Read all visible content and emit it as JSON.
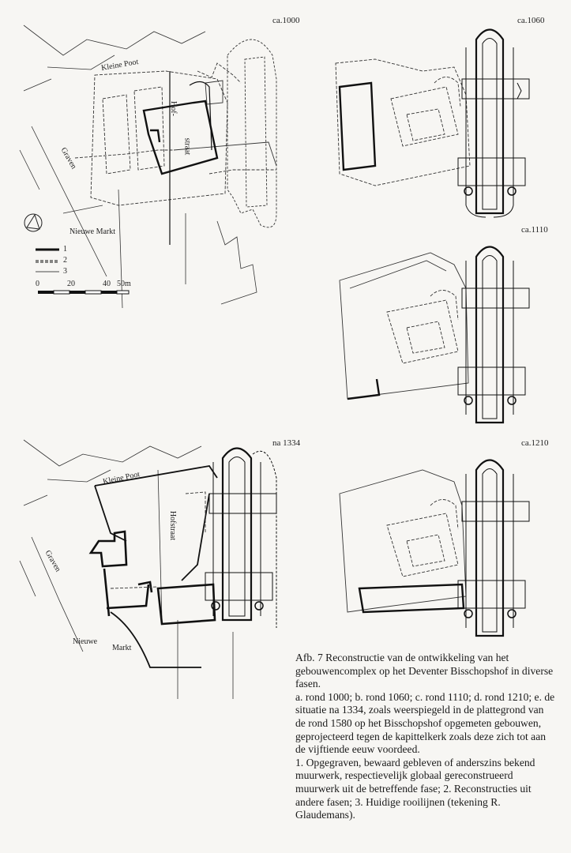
{
  "plans": {
    "a": {
      "date": "ca.1000",
      "street_kleine_poot": "Kleine Poot",
      "street_hofstraat_1": "Hof-",
      "street_hofstraat_2": "straat",
      "street_graven": "Graven",
      "square": "Nieuwe Markt"
    },
    "b": {
      "date": "ca.1060"
    },
    "c": {
      "date": "ca.1110"
    },
    "d": {
      "date": "ca.1210"
    },
    "e": {
      "date": "na 1334",
      "street_kleine_poot": "Kleine Poot",
      "street_hofstraat": "Hofstraat",
      "street_graven": "Graven",
      "square_1": "Nieuwe",
      "square_2": "Markt"
    }
  },
  "legend": {
    "item1": "1",
    "item2": "2",
    "item3": "3"
  },
  "scale": {
    "t0": "0",
    "t20": "20",
    "t40": "40",
    "t50": "50m"
  },
  "caption": {
    "heading": "Afb. 7  Reconstructie van de ontwikkeling van het gebouwencomplex op het Deventer Bisschopshof in diverse fasen.",
    "phases": "a. rond 1000; b. rond 1060; c. rond 1110; d. rond 1210; e. de situatie na 1334, zoals weerspiegeld in de plattegrond van de rond 1580 op het Bisschopshof opgemeten gebouwen, geprojecteerd tegen de kapittelkerk zoals deze zich tot aan de vijftiende eeuw voordeed.",
    "legend_text": "1. Opgegraven, bewaard gebleven of anderszins bekend muurwerk, respectievelijk globaal gereconstrueerd muurwerk uit de betreffende fase; 2. Reconstructies uit andere fasen; 3. Huidige rooilijnen (tekening R. Glaudemans)."
  }
}
